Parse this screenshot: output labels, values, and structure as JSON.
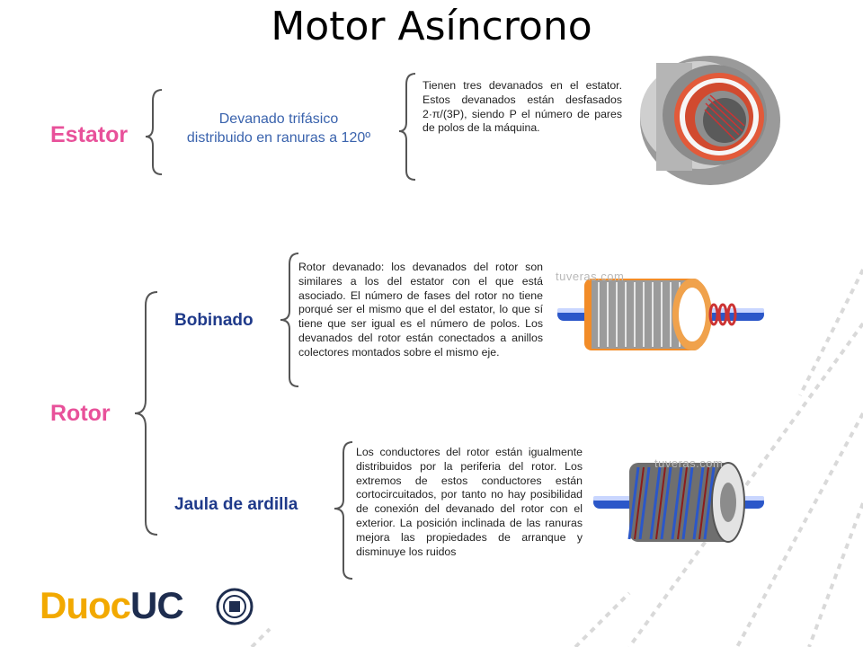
{
  "slide": {
    "title": "Motor Asíncrono"
  },
  "estator": {
    "label": "Estator",
    "summary_line1": "Devanado trifásico",
    "summary_line2": "distribuido en ranuras a 120º",
    "description": "Tienen tres devanados en el estator. Estos devanados están desfasados 2·π/(3P), siendo P el número de pares de polos de la máquina."
  },
  "rotor": {
    "label": "Rotor",
    "bobinado": {
      "label": "Bobinado",
      "description": "Rotor devanado: los devanados del rotor son similares a los del estator con el que está asociado. El número de fases del rotor no tiene porqué ser el mismo que el del estator, lo que sí tiene que ser igual es el número de polos. Los devanados del rotor están conectados a anillos colectores montados sobre el mismo eje.",
      "watermark": "tuveras.com"
    },
    "jaula": {
      "label": "Jaula de ardilla",
      "description": "Los conductores del rotor están igualmente distribuidos por la periferia del rotor. Los extremos de estos conductores están cortocircuitados, por tanto no hay posibilidad de conexión del devanado del rotor con el exterior. La posición inclinada de las ranuras mejora las propiedades de arranque y disminuye los ruidos",
      "watermark": "tuveras.com"
    }
  },
  "logo": {
    "text_duoc": "Duoc",
    "text_uc": "UC"
  },
  "colors": {
    "pink": "#e8519a",
    "navy": "#1f3a8a",
    "blue_text": "#3a63ad",
    "logo_yellow": "#f2a900",
    "logo_dark": "#1e2d4f"
  }
}
